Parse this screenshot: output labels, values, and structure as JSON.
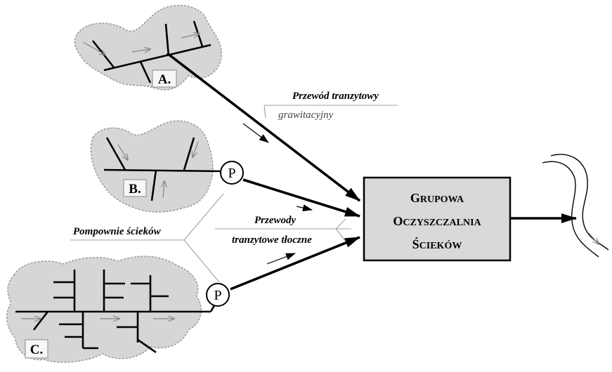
{
  "zones": [
    {
      "id": "A",
      "label": "A."
    },
    {
      "id": "B",
      "label": "B."
    },
    {
      "id": "C",
      "label": "C."
    }
  ],
  "pumps": [
    {
      "zone": "B",
      "label": "P"
    },
    {
      "zone": "C",
      "label": "P"
    }
  ],
  "labels": {
    "gravity_line_1": "Przewód tranzytowy",
    "gravity_line_2": "grawitacyjny",
    "pressure_line_1": "Przewody",
    "pressure_line_2": "tranzytowe tłoczne",
    "pump_stations": "Pompownie ścieków"
  },
  "plant": {
    "line1": {
      "cap": "G",
      "rest": "RUPOWA"
    },
    "line2": {
      "cap": "O",
      "rest": "CZYSZCZALNIA"
    },
    "line3": {
      "cap": "Ś",
      "rest": "CIEKÓW"
    }
  },
  "colors": {
    "zone_fill": "#d6d6d6",
    "plant_fill": "#d9d9d9",
    "pipe": "#000000",
    "guide_line": "#a0a0a0"
  }
}
